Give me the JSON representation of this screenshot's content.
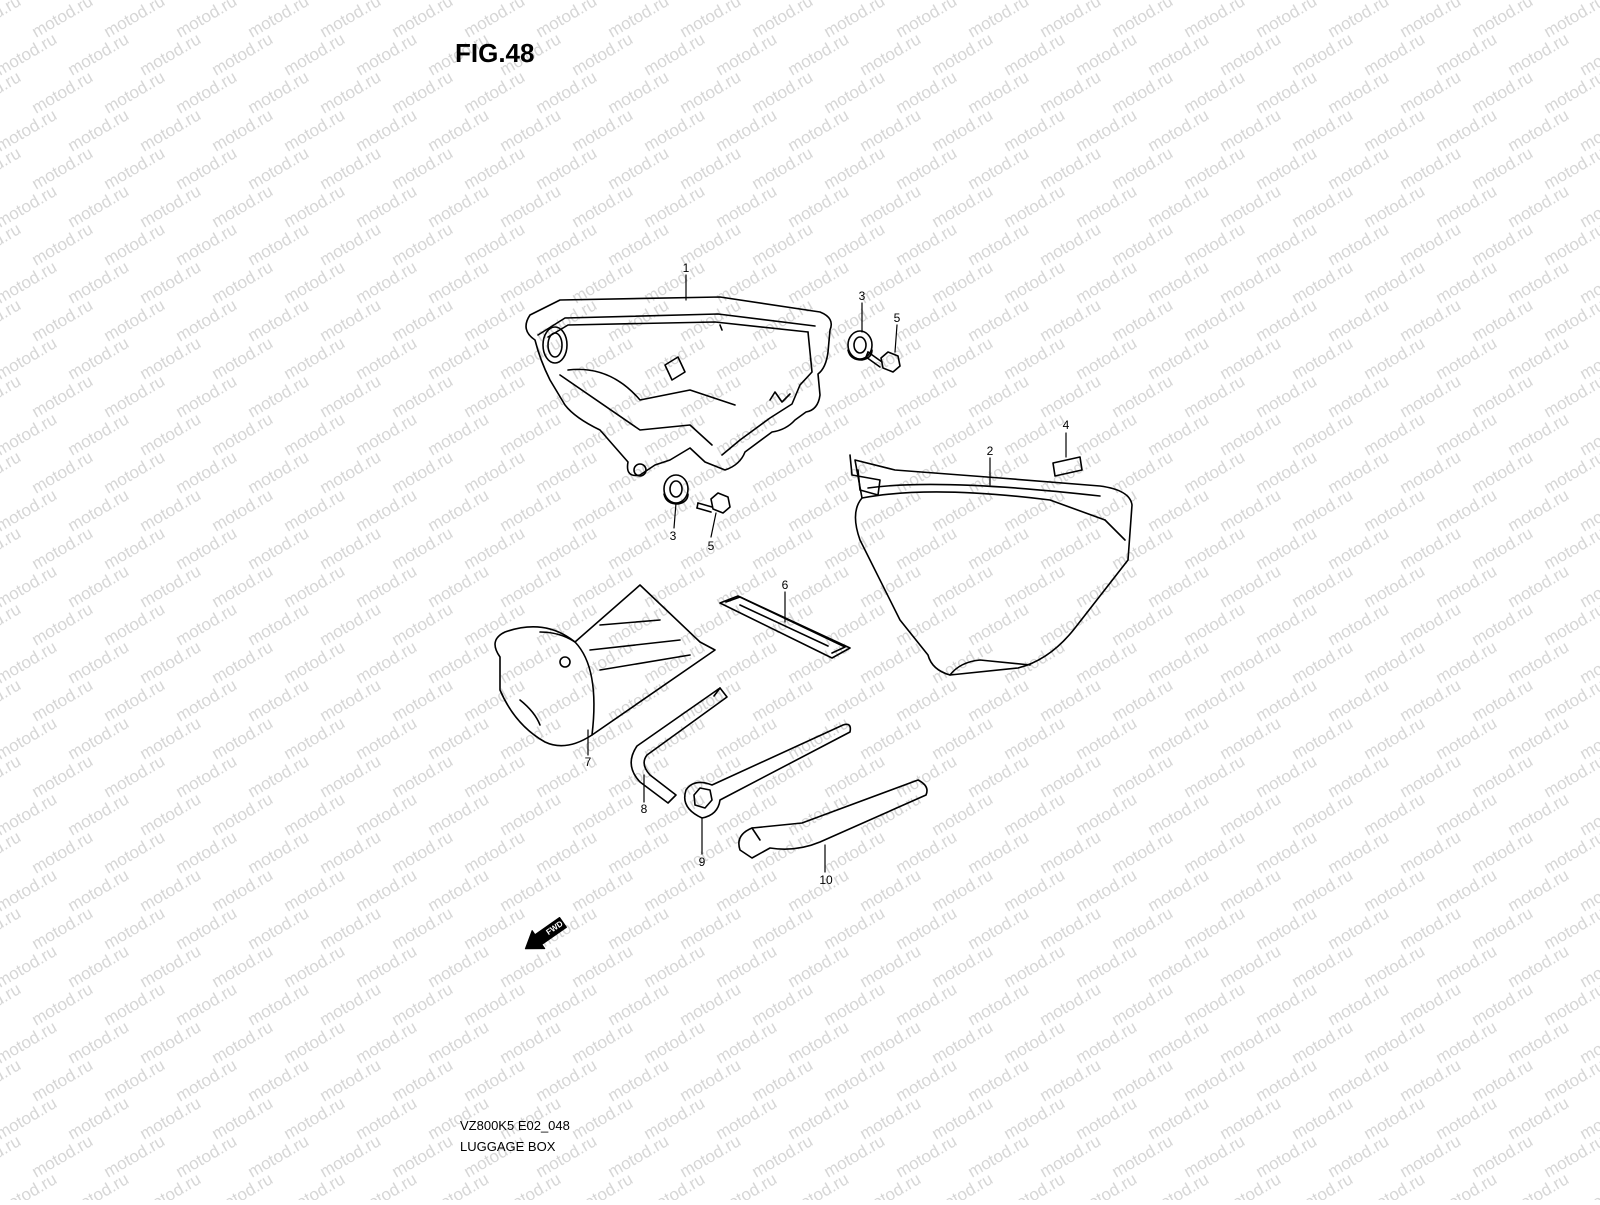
{
  "figure": {
    "title": "FIG.48",
    "model_code": "VZ800K5 E02_048",
    "section_name": "LUGGAGE BOX",
    "watermark": "motod.ru",
    "direction_label": "FWD"
  },
  "parts": [
    {
      "ref": "1"
    },
    {
      "ref": "2"
    },
    {
      "ref": "3"
    },
    {
      "ref": "3"
    },
    {
      "ref": "4"
    },
    {
      "ref": "5"
    },
    {
      "ref": "5"
    },
    {
      "ref": "6"
    },
    {
      "ref": "7"
    },
    {
      "ref": "8"
    },
    {
      "ref": "9"
    },
    {
      "ref": "10"
    }
  ]
}
